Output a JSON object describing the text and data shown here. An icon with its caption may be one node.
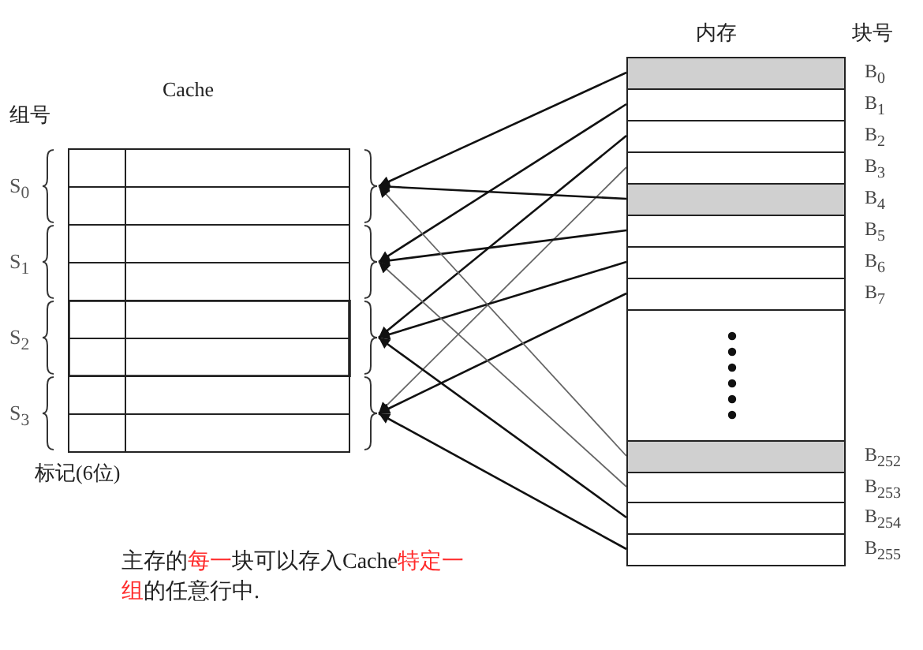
{
  "diagram": {
    "nodes": [
      {
        "text": [
          "S$_{0}$"
        ]
      },
      {
        "text": [
          "S$_{1}$"
        ]
      },
      {
        "text": [
          "S$_{2}$"
        ]
      },
      {
        "text": [
          "S$_{3}$"
        ]
      },
      {
        "text": [
          "B$_{0}$"
        ]
      },
      {
        "text": [
          "B$_{1}$"
        ]
      },
      {
        "text": [
          "B$_{2}$"
        ]
      },
      {
        "text": [
          "B$_{3}$"
        ]
      },
      {
        "text": [
          "B$_{4}$"
        ]
      },
      {
        "text": [
          "B$_{5}$"
        ]
      },
      {
        "text": [
          "B$_{6}$"
        ]
      },
      {
        "text": [
          "B$_{7}$"
        ]
      },
      {
        "text": [],
        "shape": "box"
      },
      {
        "text": [
          "B$_{252}$"
        ]
      },
      {
        "text": [
          "B$_{253}$"
        ]
      },
      {
        "text": [
          "B$_{254}$"
        ]
      },
      {
        "text": [
          "B$_{255}$"
        ]
      }
    ],
    "edges": [
      {
        "from": 4,
        "to": 0,
        "arrow": "to"
      },
      {
        "from": 5,
        "to": 1,
        "arrow": "to"
      },
      {
        "from": 6,
        "to": 2,
        "arrow": "to"
      },
      {
        "from": 7,
        "to": 3,
        "arrow": "to",
        "color": "#666666"
      },
      {
        "from": 8,
        "to": 0,
        "arrow": "to"
      },
      {
        "from": 9,
        "to": 1,
        "arrow": "to"
      },
      {
        "from": 10,
        "to": 2,
        "arrow": "to"
      },
      {
        "from": 11,
        "to": 3,
        "arrow": "to"
      },
      {
        "from": 13,
        "to": 0,
        "arrow": "to",
        "color": "#666666"
      },
      {
        "from": 14,
        "to": 1,
        "arrow": "to",
        "color": "#666666"
      },
      {
        "from": 15,
        "to": 2,
        "arrow": "to"
      },
      {
        "from": 16,
        "to": 3,
        "arrow": "to"
      }
    ],
    "labels": [
      "内存",
      "块号",
      "Cache",
      "组号",
      "标记(6位)",
      "主存的**每一**块可以存入Cache**特定一组**的任意行中."
    ]
  }
}
